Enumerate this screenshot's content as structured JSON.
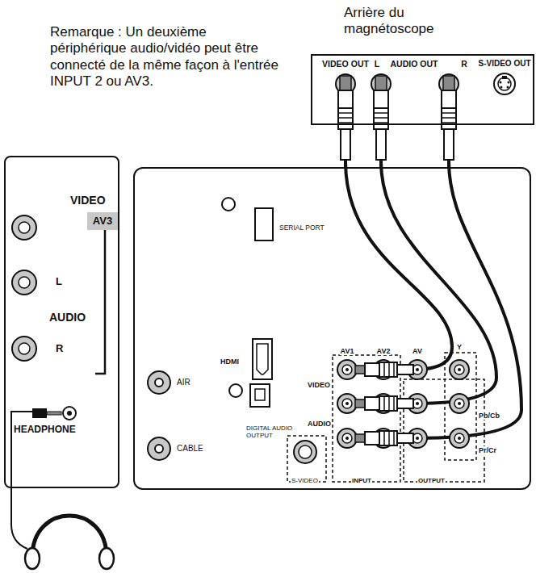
{
  "diagram": {
    "nodes": [
      {
        "text": [
          "Arrière du magnétoscope",
          "VIDEO OUT",
          "L",
          "AUDIO OUT",
          "R",
          "S-VIDEO OUT"
        ]
      },
      {
        "text": [
          "VIDEO",
          "L",
          "AUDIO",
          "R",
          "HEADPHONE"
        ]
      },
      {
        "text": [
          "AV3"
        ],
        "in": 1
      },
      {
        "text": [
          "SERIAL PORT",
          "HDMI",
          "AIR",
          "CABLE",
          "DIGITAL AUDIO OUTPUT",
          "VIDEO",
          "AUDIO",
          "S-VIDEO",
          "AV1",
          "AV2",
          "AV",
          "Y",
          "Pb/Cb",
          "Pr/Cr",
          "INPUT",
          "OUTPUT"
        ]
      }
    ],
    "edges": [
      {
        "from": 0,
        "to": 3,
        "arrow": "none"
      },
      {
        "from": 0,
        "to": 3,
        "arrow": "none"
      },
      {
        "from": 0,
        "to": 3,
        "arrow": "none"
      }
    ],
    "labels": [
      "Remarque : Un deuxième périphérique audio/vidéo peut être connecté de la même façon à l'entrée INPUT 2 ou AV3."
    ]
  }
}
